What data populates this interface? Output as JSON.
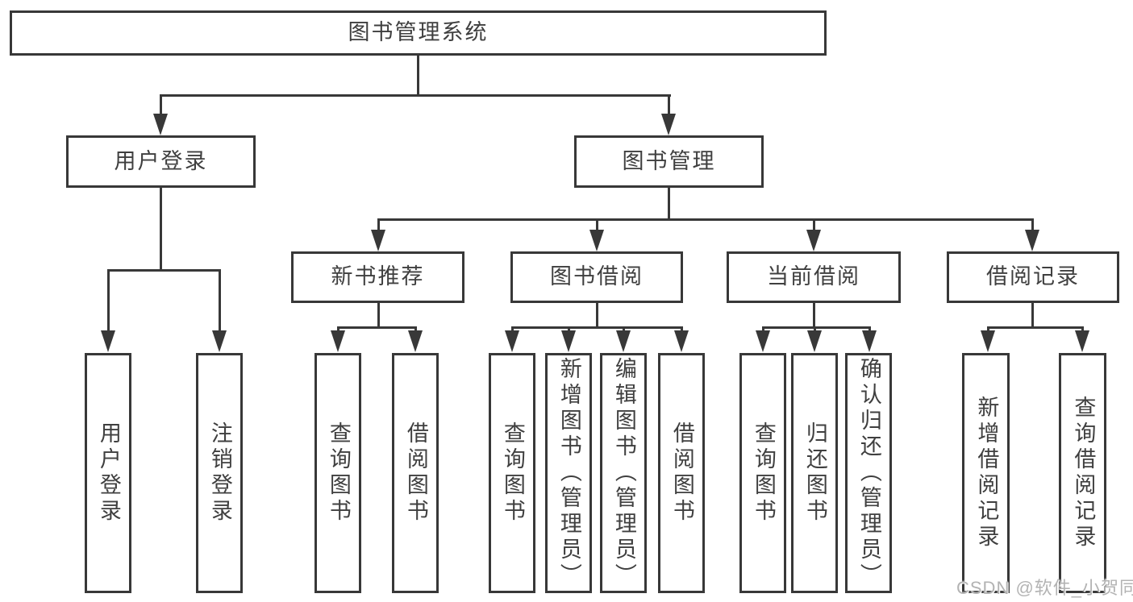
{
  "tree": {
    "root": {
      "label": "图书管理系统",
      "children": [
        {
          "label": "用户登录",
          "children": [
            {
              "label": "用户登录"
            },
            {
              "label": "注销登录"
            }
          ]
        },
        {
          "label": "图书管理",
          "children": [
            {
              "label": "新书推荐",
              "children": [
                {
                  "label": "查询图书"
                },
                {
                  "label": "借阅图书"
                }
              ]
            },
            {
              "label": "图书借阅",
              "children": [
                {
                  "label": "查询图书"
                },
                {
                  "label": "新增图书（管理员）"
                },
                {
                  "label": "编辑图书（管理员）"
                },
                {
                  "label": "借阅图书"
                }
              ]
            },
            {
              "label": "当前借阅",
              "children": [
                {
                  "label": "查询图书"
                },
                {
                  "label": "归还图书"
                },
                {
                  "label": "确认归还（管理员）"
                }
              ]
            },
            {
              "label": "借阅记录",
              "children": [
                {
                  "label": "新增借阅记录"
                },
                {
                  "label": "查询借阅记录"
                }
              ]
            }
          ]
        }
      ]
    }
  },
  "watermark": {
    "text": "CSDN @软件_小贺同学"
  },
  "colors": {
    "line": "#383838",
    "text": "#3f3f3f",
    "watermark": "#b3b3b3",
    "background": "#ffffff"
  }
}
